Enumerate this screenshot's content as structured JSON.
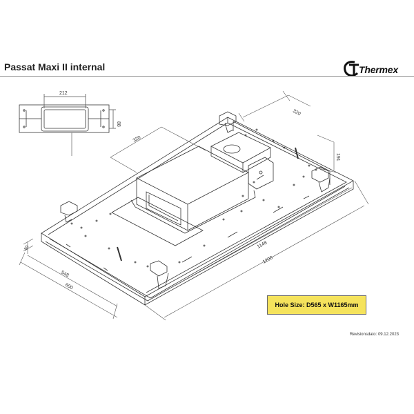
{
  "header": {
    "title": "Passat Maxi II internal",
    "brand": "Thermex"
  },
  "note": {
    "hole_size": "Hole Size: D565 x W1165mm"
  },
  "footer": {
    "revision": "Revisionsdato: 09.12.2023"
  },
  "dimensions": {
    "bracket_width": "212",
    "bracket_height": "88",
    "motor_offset": "320",
    "top_depth": "320",
    "side_height": "191",
    "front_height": "40",
    "inner_length": "1148",
    "outer_length": "1200",
    "inner_depth": "548",
    "outer_depth": "600"
  },
  "colors": {
    "line": "#333333",
    "dim_line": "#555555",
    "highlight": "#f5e35c"
  }
}
